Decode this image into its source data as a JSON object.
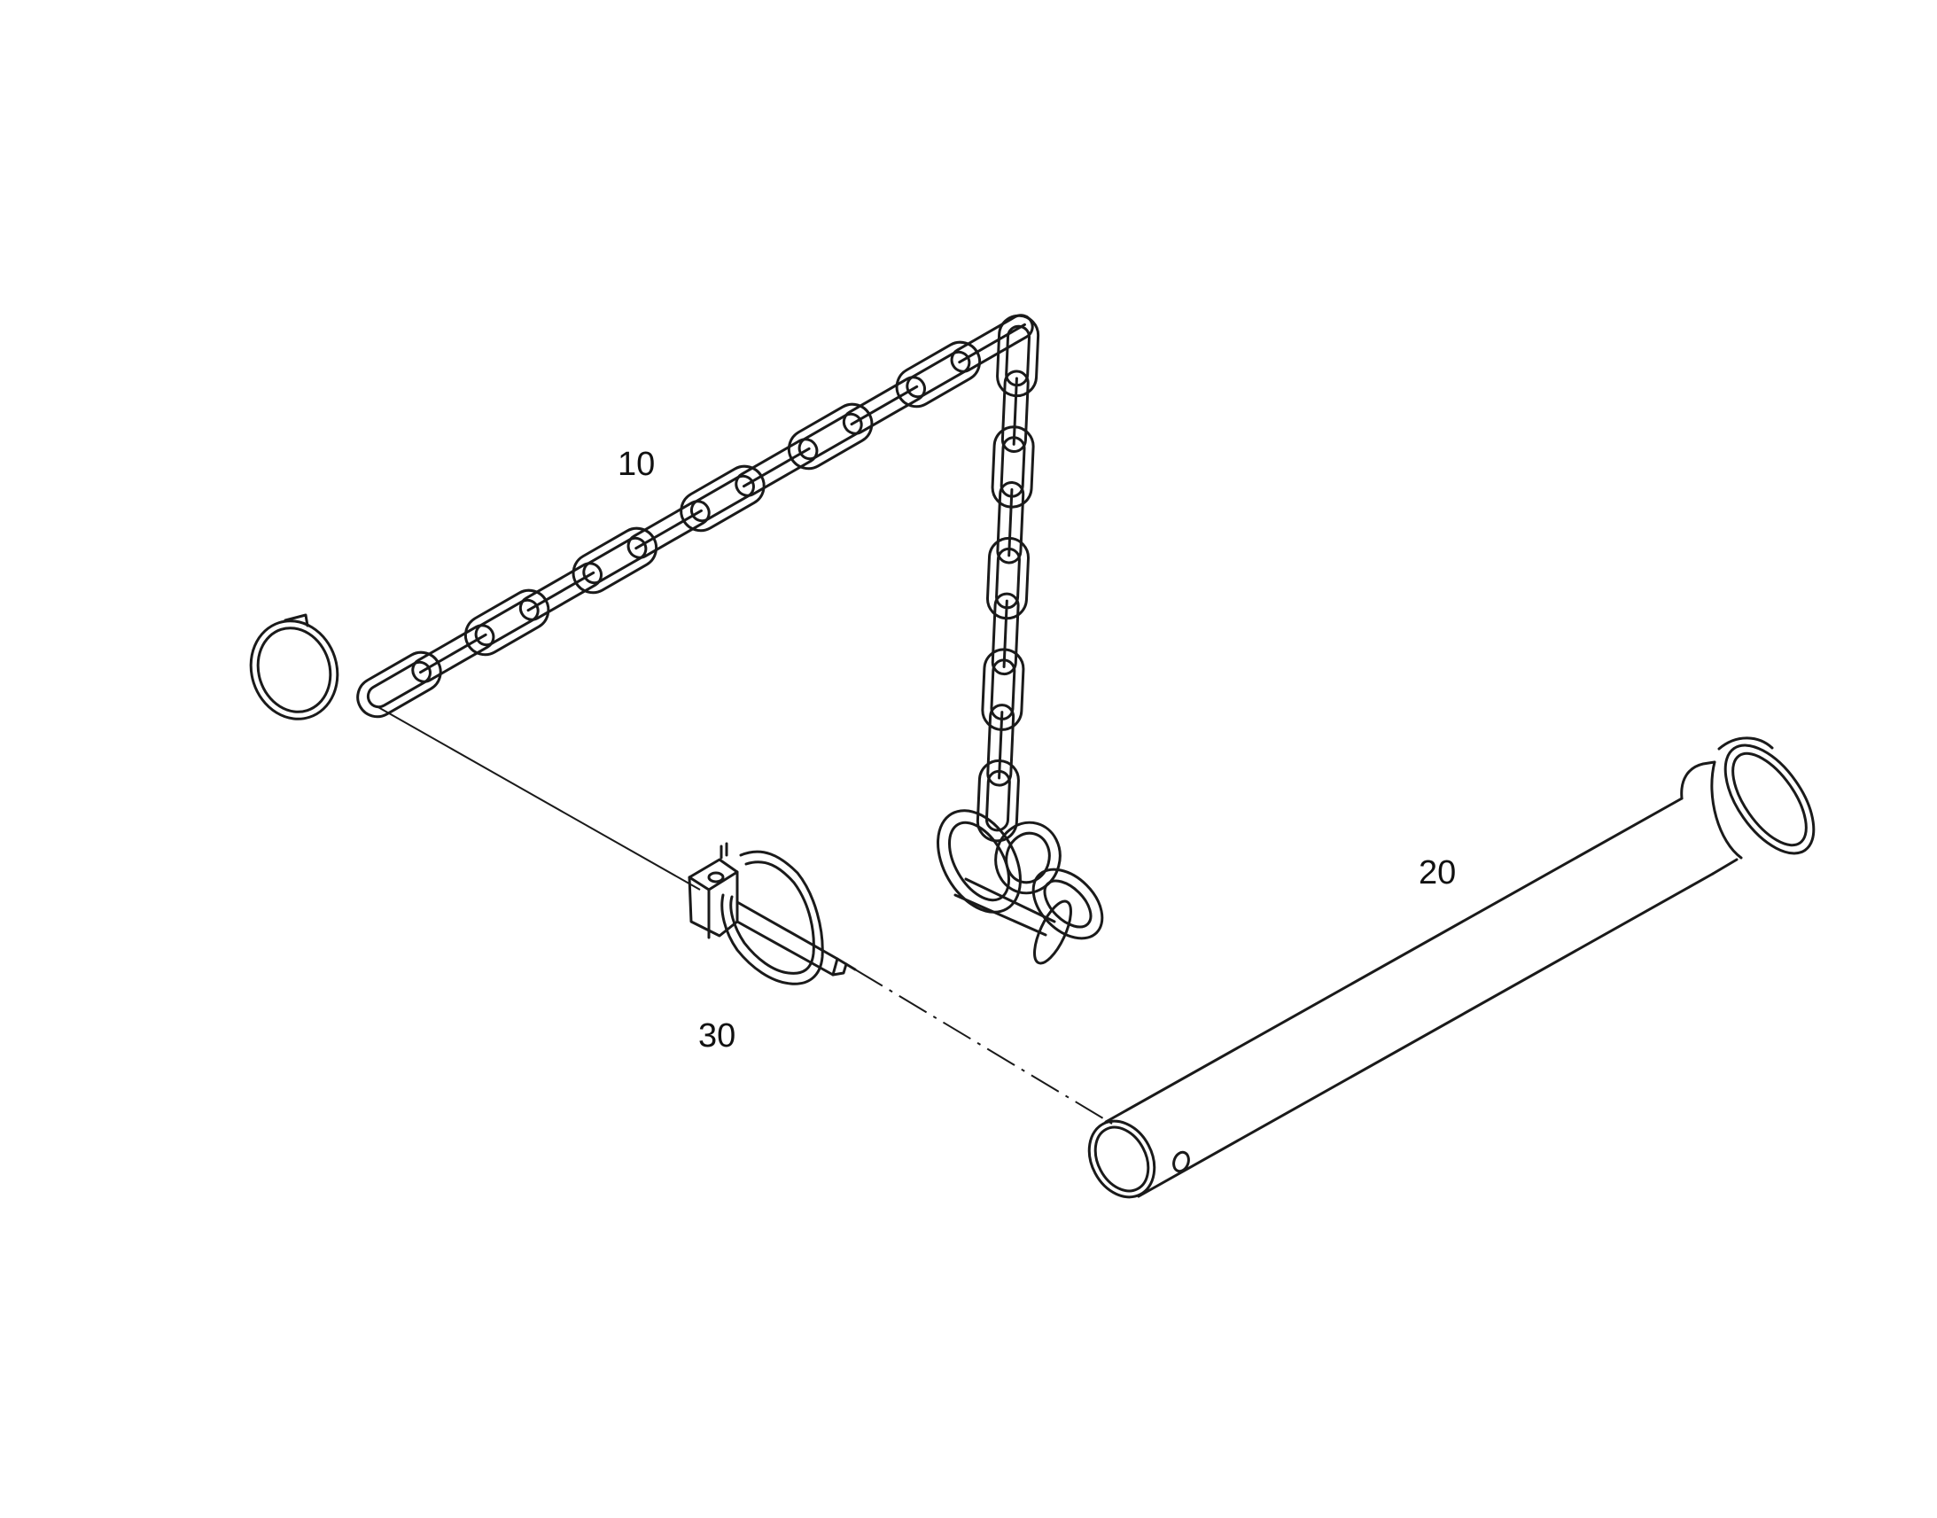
{
  "callouts": {
    "chain": "10",
    "pin": "20",
    "lynch_pin": "30"
  },
  "colors": {
    "line": "#1a1a1a",
    "background": "#ffffff"
  }
}
